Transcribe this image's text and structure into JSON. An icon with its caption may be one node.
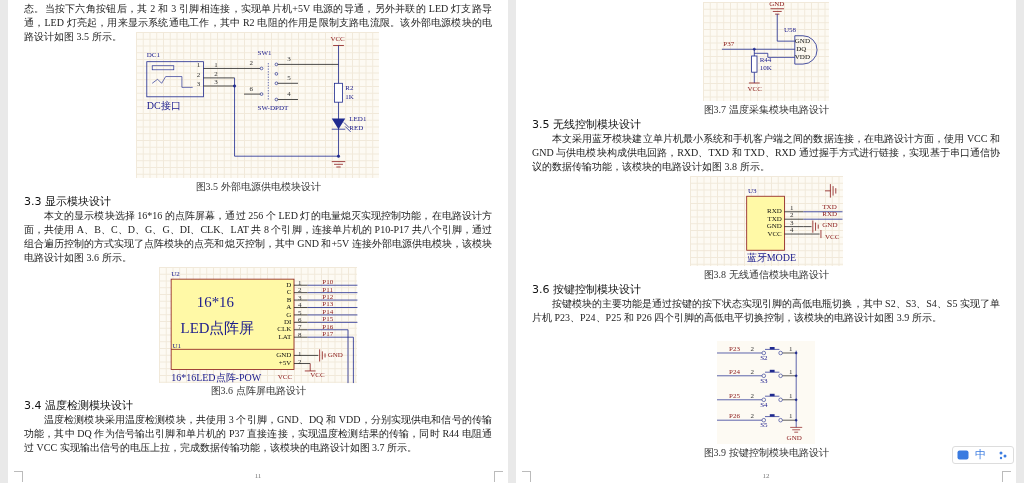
{
  "diagram": {
    "labels": [
      "态。当按下六角按钮后，其 2 和 3 引脚相连接，实现单片机+5V 电源的导通，另外并联的 LED 灯支路导通，LED 灯亮起，用来显示系统通电工作，其中 R2 电阻的作用是限制支路电流限。该外部电源模块的电路设计如图 3.5 所示。",
      "DC1",
      "1",
      "2",
      "3",
      "1",
      "2",
      "3",
      "DC接口",
      "SW1",
      "3",
      "2",
      "5",
      "6",
      "4",
      "SW-DPDT",
      "VCC",
      "R2",
      "1K",
      "LED1",
      "RED",
      "图3.5 外部电源供电模块设计",
      "3.3 显示模块设计",
      "本文的显示模块选择 16*16 的点阵屏幕，通过 256 个 LED 灯的电量熄灭实现控制功能，在电路设计方面，共使用 A、B、C、D、G、G、DI、CLK、LAT 共 8 个引脚，连接单片机的 P10-P17 共八个引脚，通过组合遍历控制的方式实现了点阵模块的点亮和熄灭控制，其中 GND 和+5V 连接外部电源供电模块，该模块电路设计如图 3.6 所示。",
      "U2",
      "16*16",
      "LED点阵屏",
      "U1",
      "D",
      "C",
      "B",
      "A",
      "G",
      "DI",
      "CLK",
      "LAT",
      "1",
      "2",
      "3",
      "4",
      "5",
      "6",
      "7",
      "8",
      "P10",
      "P11",
      "P12",
      "P13",
      "P14",
      "P15",
      "P16",
      "P17",
      "GND",
      "+5V",
      "1",
      "2",
      "GND",
      "16*16LED点阵-POW",
      "VCC",
      "VCC",
      "图3.6 点阵屏电路设计",
      "3.4 温度检测模块设计",
      "温度检测模块采用温度检测模块，共使用 3 个引脚，GND、DQ 和 VDD，分别实现供电和信号的传输功能，其中 DQ 作为信号输出引脚和单片机的 P37 直接连接，实现温度检测结果的传输，同时 R44 电阻通过 VCC 实现输出信号的电压上拉，完成数据传输功能，该模块的电路设计如图 3.7 所示。",
      "11",
      "GND",
      "U58",
      "P37",
      "GND",
      "DQ",
      "VDD",
      "R44",
      "10K",
      "VCC",
      "图3.7 温度采集模块电路设计",
      "3.5 无线控制模块设计",
      "本文采用蓝牙模块建立单片机最小系统和手机客户端之间的数据连接，在电路设计方面，使用 VCC 和 GND 与供电模块构成供电回路，RXD、TXD 和 TXD、RXD 通过握手方式进行链接，实现基于串口通信协议的数据传输功能，该模块的电路设计如图 3.8 所示。",
      "U3",
      "RXD",
      "TXD",
      "GND",
      "VCC",
      "1",
      "2",
      "3",
      "4",
      "TXD",
      "RXD",
      "GND",
      "VCC",
      "蓝牙MODE",
      "图3.8 无线通信模块电路设计",
      "3.6 按键控制模块设计",
      "按键模块的主要功能是通过按键的按下状态实现引脚的高低电瓶切换，其中 S2、S3、S4、S5 实现了单片机 P23、P24、P25 和 P26 四个引脚的高低电平切换控制，该模块的电路设计如图 3.9 所示。",
      "P23",
      "2",
      "1",
      "S2",
      "P24",
      "2",
      "1",
      "S3",
      "P25",
      "2",
      "1",
      "S4",
      "P26",
      "2",
      "1",
      "S5",
      "GND",
      "图3.9 按键控制模块电路设计",
      "12",
      "中"
    ]
  }
}
